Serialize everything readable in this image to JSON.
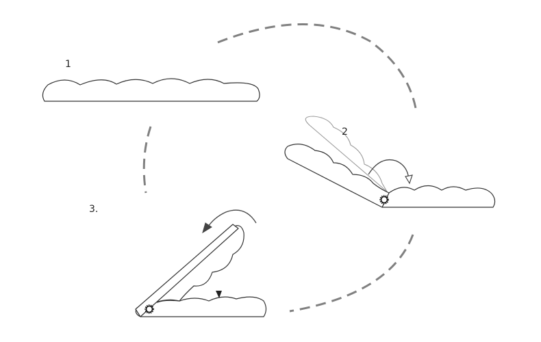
{
  "diagram": {
    "steps": [
      {
        "label": "1"
      },
      {
        "label": "2"
      },
      {
        "label": "3."
      }
    ],
    "colors": {
      "outline": "#333333",
      "ghost_outline": "#9a9a9a",
      "dashed_path": "#808080",
      "background": "#ffffff"
    },
    "icons": [
      "hinge-gear-icon",
      "rotate-arrow-icon",
      "pointer-arrowhead-icon"
    ]
  }
}
